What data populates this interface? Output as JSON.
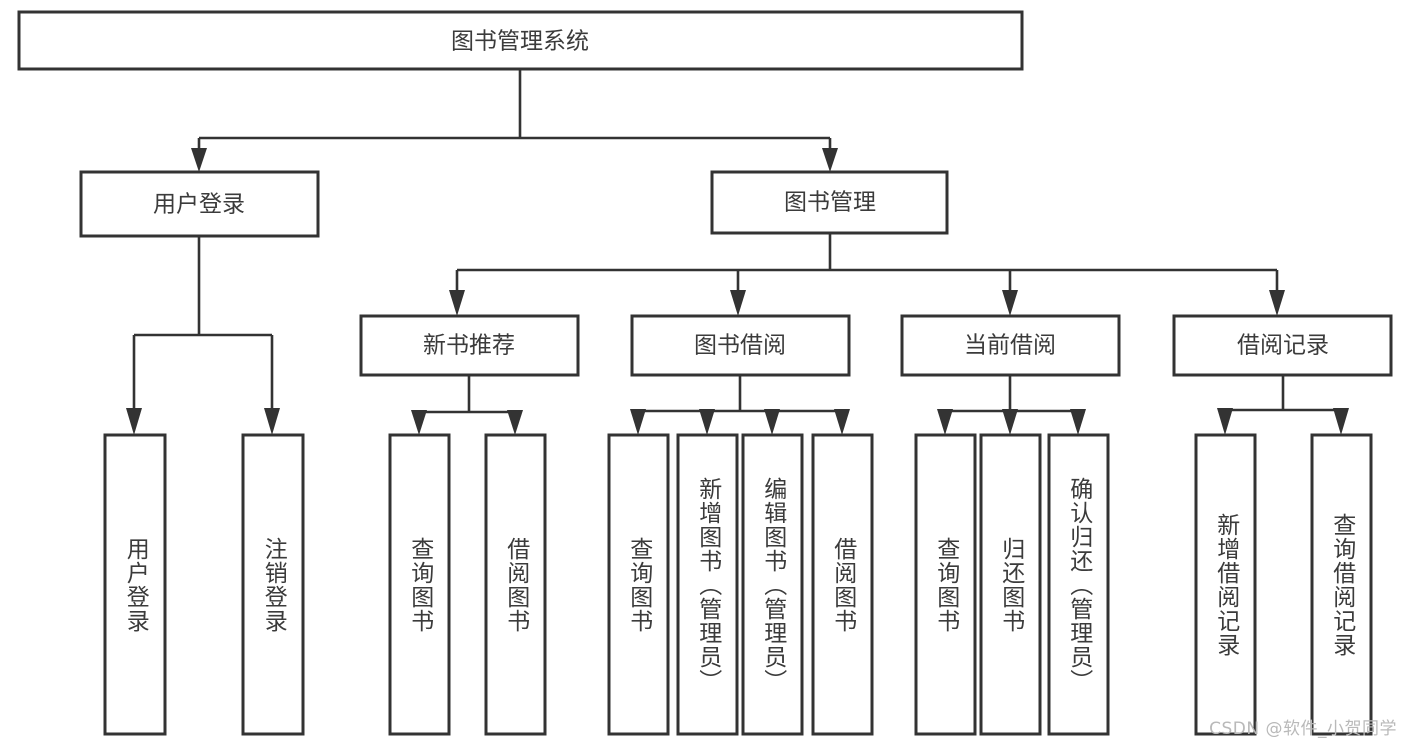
{
  "diagram": {
    "title": "图书管理系统",
    "type": "tree",
    "orientation": "top-down",
    "colors": {
      "box_fill": "#ffffff",
      "box_stroke": "#333333",
      "text": "#3b3b3b",
      "connector": "#333333",
      "background": "#ffffff",
      "watermark": "#b9b9b9"
    }
  },
  "root": {
    "label": "图书管理系统"
  },
  "level1": [
    {
      "label": "用户登录"
    },
    {
      "label": "图书管理"
    }
  ],
  "level2": [
    {
      "label": "新书推荐"
    },
    {
      "label": "图书借阅"
    },
    {
      "label": "当前借阅"
    },
    {
      "label": "借阅记录"
    }
  ],
  "leaves": {
    "user_login": [
      {
        "label": "用户登录"
      },
      {
        "label": "注销登录"
      }
    ],
    "new_book_recommend": [
      {
        "label": "查询图书"
      },
      {
        "label": "借阅图书"
      }
    ],
    "book_borrow": [
      {
        "label": "查询图书"
      },
      {
        "label": "新增图书（管理员）"
      },
      {
        "label": "编辑图书（管理员）"
      },
      {
        "label": "借阅图书"
      }
    ],
    "current_borrow": [
      {
        "label": "查询图书"
      },
      {
        "label": "归还图书"
      },
      {
        "label": "确认归还（管理员）"
      }
    ],
    "borrow_record": [
      {
        "label": "新增借阅记录"
      },
      {
        "label": "查询借阅记录"
      }
    ]
  },
  "watermark": {
    "text": "CSDN @软件_小贺同学"
  }
}
